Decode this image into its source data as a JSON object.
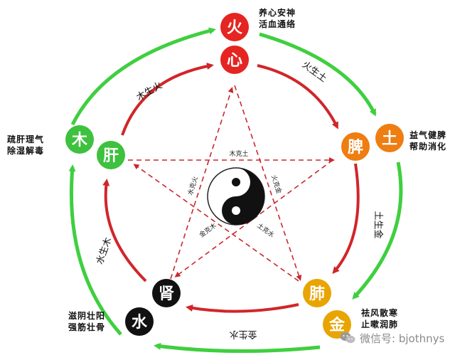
{
  "elements": {
    "fire": {
      "element": "火",
      "organ": "心",
      "note": [
        "养心安神",
        "活血通络"
      ]
    },
    "earth": {
      "element": "土",
      "organ": "脾",
      "note": [
        "益气健脾",
        "帮助消化"
      ]
    },
    "metal": {
      "element": "金",
      "organ": "肺",
      "note": [
        "祛风散寒",
        "止嗽润肺"
      ]
    },
    "water": {
      "element": "水",
      "organ": "肾",
      "note": [
        "滋阴壮阳",
        "强筋壮骨"
      ]
    },
    "wood": {
      "element": "木",
      "organ": "肝",
      "note": [
        "疏肝理气",
        "除湿解毒"
      ]
    }
  },
  "generating": {
    "wood_fire": "木生火",
    "fire_earth": "火生土",
    "earth_metal": "土生金",
    "metal_water": "金生水",
    "water_wood": "水生木"
  },
  "controlling": {
    "wood_earth": "木克土",
    "fire_metal": "火克金",
    "earth_water": "土克水",
    "metal_wood": "金克木",
    "water_fire": "水克火"
  },
  "watermark": "微信号: bjothnys",
  "colors": {
    "fire": "#e52521",
    "earth": "#ee7d12",
    "metal": "#e8a400",
    "water": "#111111",
    "wood": "#3ec13e",
    "green_arrow": "#3fcf3f",
    "red_arrow": "#d0262a",
    "dashed": "#c9282e"
  }
}
